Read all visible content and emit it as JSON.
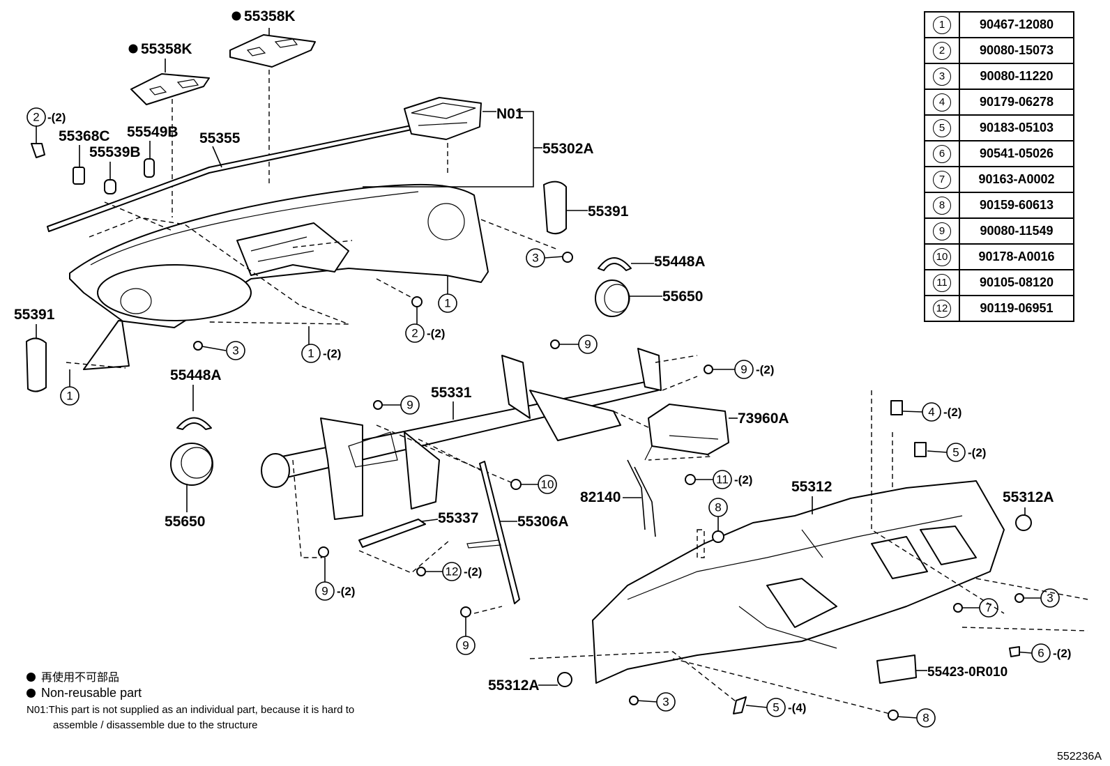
{
  "labels": {
    "p55358k_a": "55358K",
    "p55358k_b": "55358K",
    "p55355": "55355",
    "p55368c": "55368C",
    "p55549b": "55549B",
    "p55539b": "55539B",
    "pN01": "N01",
    "p55302a": "55302A",
    "p55391_r": "55391",
    "p55391_l": "55391",
    "p55448a_r": "55448A",
    "p55650_r": "55650",
    "p55448a_l": "55448A",
    "p55650_l": "55650",
    "p55331": "55331",
    "p73960a": "73960A",
    "p82140": "82140",
    "p55312": "55312",
    "p55312a_r": "55312A",
    "p55312a_l": "55312A",
    "p55337": "55337",
    "p55306a": "55306A",
    "p55423": "55423-0R010"
  },
  "callouts": [
    {
      "num": "2",
      "qty": "-(2)"
    },
    {
      "num": "3",
      "qty": ""
    },
    {
      "num": "1",
      "qty": ""
    },
    {
      "num": "2",
      "qty": "-(2)"
    },
    {
      "num": "1",
      "qty": "-(2)"
    },
    {
      "num": "3",
      "qty": ""
    },
    {
      "num": "1",
      "qty": ""
    },
    {
      "num": "9",
      "qty": ""
    },
    {
      "num": "9",
      "qty": "-(2)"
    },
    {
      "num": "9",
      "qty": ""
    },
    {
      "num": "4",
      "qty": "-(2)"
    },
    {
      "num": "5",
      "qty": "-(2)"
    },
    {
      "num": "10",
      "qty": ""
    },
    {
      "num": "11",
      "qty": "-(2)"
    },
    {
      "num": "8",
      "qty": ""
    },
    {
      "num": "12",
      "qty": "-(2)"
    },
    {
      "num": "9",
      "qty": "-(2)"
    },
    {
      "num": "9",
      "qty": ""
    },
    {
      "num": "3",
      "qty": ""
    },
    {
      "num": "7",
      "qty": ""
    },
    {
      "num": "6",
      "qty": "-(2)"
    },
    {
      "num": "3",
      "qty": ""
    },
    {
      "num": "5",
      "qty": "-(4)"
    },
    {
      "num": "8",
      "qty": ""
    }
  ],
  "ref_table": [
    {
      "num": "1",
      "part": "90467-12080"
    },
    {
      "num": "2",
      "part": "90080-15073"
    },
    {
      "num": "3",
      "part": "90080-11220"
    },
    {
      "num": "4",
      "part": "90179-06278"
    },
    {
      "num": "5",
      "part": "90183-05103"
    },
    {
      "num": "6",
      "part": "90541-05026"
    },
    {
      "num": "7",
      "part": "90163-A0002"
    },
    {
      "num": "8",
      "part": "90159-60613"
    },
    {
      "num": "9",
      "part": "90080-11549"
    },
    {
      "num": "10",
      "part": "90178-A0016"
    },
    {
      "num": "11",
      "part": "90105-08120"
    },
    {
      "num": "12",
      "part": "90119-06951"
    }
  ],
  "notes": {
    "non_reusable_ja": "再使用不可部品",
    "non_reusable_en": "Non-reusable part",
    "n01_line1": "N01:This part is not supplied as an individual part, because it is hard to",
    "n01_line2": "assemble / disassemble due to the structure"
  },
  "diagram_id": "552236A",
  "icons": {
    "non_reusable_marker": "filled-circle-icon",
    "callout_number": "circled-number-icon"
  }
}
